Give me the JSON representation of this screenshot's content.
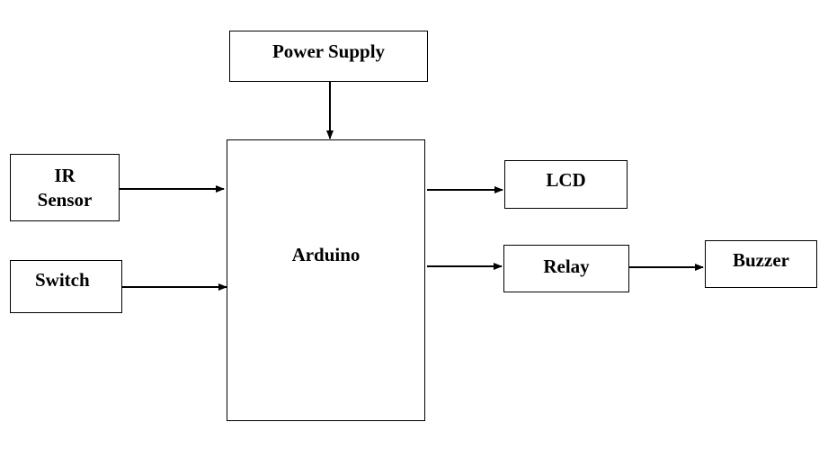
{
  "diagram": {
    "blocks": {
      "power_supply": "Power Supply",
      "ir_sensor_line1": "IR",
      "ir_sensor_line2": "Sensor",
      "switch": "Switch",
      "arduino": "Arduino",
      "lcd": "LCD",
      "relay": "Relay",
      "buzzer": "Buzzer"
    },
    "connections": [
      {
        "from": "Power Supply",
        "to": "Arduino"
      },
      {
        "from": "IR Sensor",
        "to": "Arduino"
      },
      {
        "from": "Switch",
        "to": "Arduino"
      },
      {
        "from": "Arduino",
        "to": "LCD"
      },
      {
        "from": "Arduino",
        "to": "Relay"
      },
      {
        "from": "Relay",
        "to": "Buzzer"
      }
    ],
    "colors": {
      "stroke": "#000000",
      "background": "#ffffff"
    }
  }
}
